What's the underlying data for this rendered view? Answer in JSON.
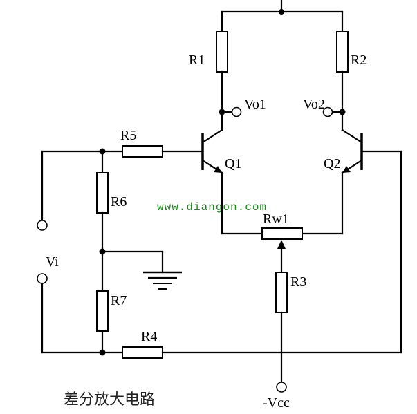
{
  "diagram": {
    "caption": "差分放大电路",
    "watermark": "www.diangon.com",
    "components": {
      "r1": "R1",
      "r2": "R2",
      "r3": "R3",
      "r4": "R4",
      "r5": "R5",
      "r6": "R6",
      "r7": "R7",
      "rw1": "Rw1",
      "q1": "Q1",
      "q2": "Q2"
    },
    "terminals": {
      "vo1": "Vo1",
      "vo2": "Vo2",
      "vi": "Vi",
      "vcc": "-Vcc"
    }
  }
}
